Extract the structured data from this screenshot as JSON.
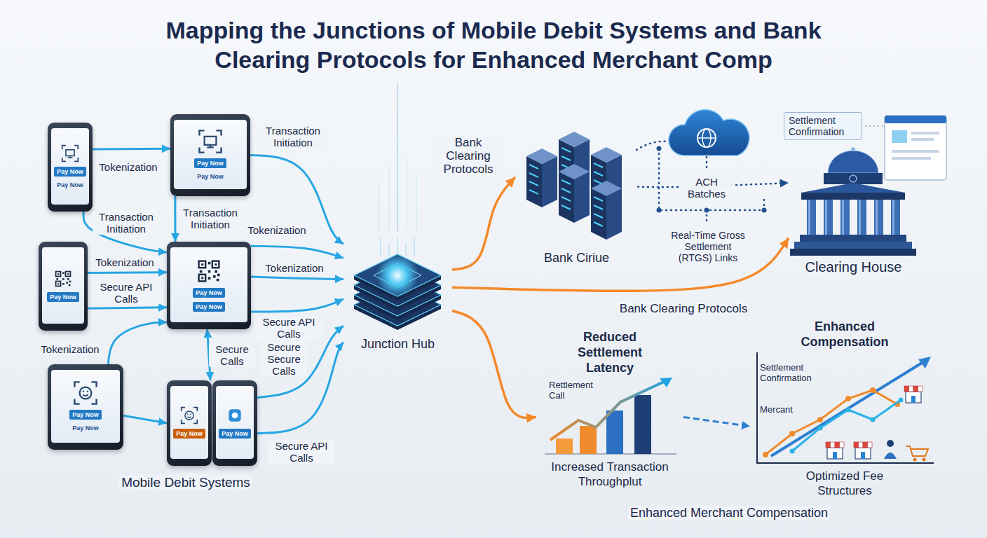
{
  "diagram": {
    "title": "Mapping the Junctions of Mobile Debit Systems and Bank Clearing Protocols for Enhanced Merchant Comp",
    "nodes": [
      {
        "text": [
          "Pay Now",
          "Pay Now"
        ]
      },
      {
        "text": [
          "Pay Now",
          "Pay Now"
        ]
      },
      {
        "text": [
          "Pay Now"
        ]
      },
      {
        "text": [
          "Pay Now",
          "Pay Now"
        ]
      },
      {
        "text": [
          "Pay Now",
          "Pay Now"
        ]
      },
      {
        "text": [
          "Pay Now"
        ]
      },
      {
        "text": [
          "Pay Now"
        ]
      },
      {
        "text": [
          "Junction Hub"
        ]
      },
      {
        "text": [
          "Bank Ciriue"
        ]
      },
      {
        "text": [
          "Settlement Confirmation"
        ]
      },
      {
        "text": [
          "Clearing House"
        ]
      },
      {
        "text": [
          "Reduced Settlement Latency",
          "Rettlement Call",
          "Increased Transaction Throughplut"
        ]
      },
      {
        "text": [
          "Enhanced Compensation",
          "Settlement Confirmation",
          "Mercant",
          "Optimized Fee Structures"
        ]
      }
    ],
    "edges": [
      {
        "from": 0,
        "to": 1,
        "arrow": "to",
        "label": "Tokenization"
      },
      {
        "from": 1,
        "to": 7,
        "arrow": "to",
        "label": "Transaction Initiation"
      },
      {
        "from": 0,
        "to": 3,
        "arrow": "to",
        "label": "Transaction Initiation"
      },
      {
        "from": 1,
        "to": 3,
        "arrow": "to",
        "label": "Transaction Initiation"
      },
      {
        "from": 3,
        "to": 7,
        "arrow": "to",
        "label": "Tokenization"
      },
      {
        "from": 2,
        "to": 3,
        "arrow": "to",
        "label": "Tokenization"
      },
      {
        "from": 2,
        "to": 3,
        "arrow": "to",
        "label": "Secure API Calls"
      },
      {
        "from": 3,
        "to": 7,
        "arrow": "to",
        "label": "Tokenization"
      },
      {
        "from": 3,
        "to": 7,
        "arrow": "to",
        "label": "Secure API Calls"
      },
      {
        "from": 4,
        "to": 3,
        "arrow": "to",
        "label": "Tokenization"
      },
      {
        "from": 3,
        "to": 5,
        "arrow": "both",
        "label": "Secure Calls"
      },
      {
        "from": 6,
        "to": 7,
        "arrow": "to",
        "label": "Secure Secure Calls"
      },
      {
        "from": 6,
        "to": 7,
        "arrow": "to",
        "label": "Secure API Calls"
      },
      {
        "from": 4,
        "to": 5,
        "arrow": "to"
      },
      {
        "from": 7,
        "to": 8,
        "arrow": "to",
        "label": "Bank Clearing Protocols"
      },
      {
        "from": 7,
        "to": 10,
        "arrow": "to",
        "label": "Bank Clearing Protocols"
      },
      {
        "from": 7,
        "to": 11,
        "arrow": "to"
      },
      {
        "from": 11,
        "to": 12,
        "arrow": "to"
      },
      {
        "from": 8,
        "to": 10,
        "arrow": "to",
        "label": "ACH Batches"
      }
    ],
    "labels": [
      "Real-Time Gross Settlement (RTGS) Links",
      "Mobile Debit Systems",
      "Enhanced Merchant Compensation"
    ]
  }
}
